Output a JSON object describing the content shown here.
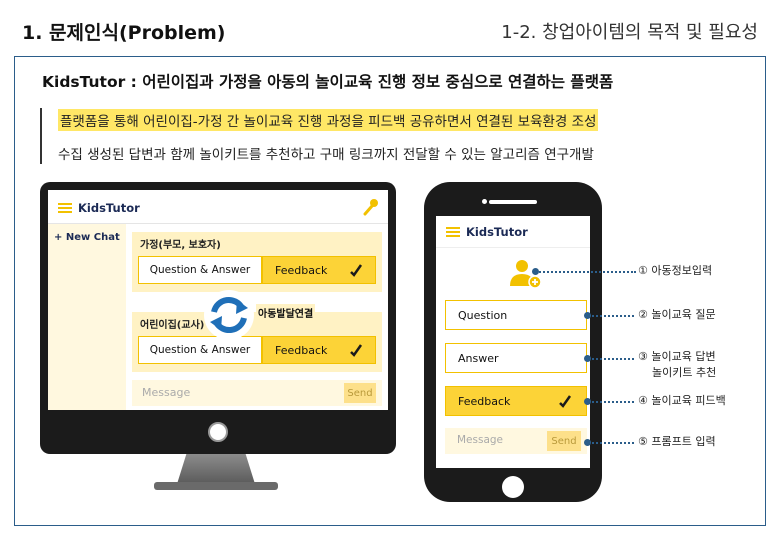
{
  "header": {
    "title": "1. 문제인식(Problem)",
    "subtitle": "1-2. 창업아이템의 목적 및 필요성"
  },
  "content": {
    "headline": "KidsTutor : 어린이집과 가정을 아동의 놀이교육 진행 정보 중심으로 연결하는 플랫폼",
    "bullets": [
      "플랫폼을 통해 어린이집-가정 간 놀이교육 진행 과정을 피드백 공유하면서 연결된 보육환경 조성",
      "수집 생성된 답변과 함께 놀이키트를 추천하고 구매 링크까지 전달할 수 있는 알고리즘 연구개발"
    ]
  },
  "desktop_app": {
    "brand": "KidsTutor",
    "new_chat": "+ New Chat",
    "groups": [
      {
        "title": "가정(부모, 보호자)",
        "qa_label": "Question & Answer",
        "feedback_label": "Feedback"
      },
      {
        "title": "어린이집(교사)",
        "qa_label": "Question & Answer",
        "feedback_label": "Feedback"
      }
    ],
    "sync_label": "아동발달연결",
    "message_placeholder": "Message",
    "send_label": "Send"
  },
  "mobile_app": {
    "brand": "KidsTutor",
    "buttons": [
      {
        "label": "Question"
      },
      {
        "label": "Answer"
      },
      {
        "label": "Feedback"
      }
    ],
    "message_placeholder": "Message",
    "send_label": "Send"
  },
  "annotations": [
    "① 아동정보입력",
    "② 놀이교육 질문",
    "③ 놀이교육 답변",
    "놀이키트 추천",
    "④ 놀이교육 피드백",
    "⑤ 프롬프트 입력"
  ],
  "colors": {
    "accent_yellow": "#fcd337",
    "border_yellow": "#f2c100",
    "brand_navy": "#1b2a55",
    "sync_blue": "#1f6fb8",
    "annotation_blue": "#2b5d8a"
  }
}
